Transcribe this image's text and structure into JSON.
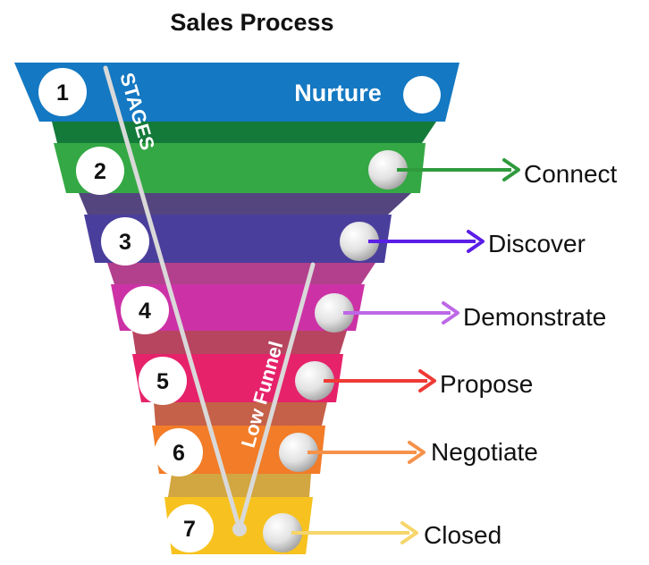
{
  "title": "Sales Process",
  "axis_text": {
    "stages": "STAGES",
    "low_funnel": "Low Funnel"
  },
  "colors": {
    "line": "#d9d9d9",
    "ball_highlight": "#ffffff",
    "ball_shadow": "#a8a8a8"
  },
  "steps": [
    {
      "number": "1",
      "label": "Nurture",
      "color": "#1478c2",
      "connector": "#147a3a",
      "arrow": "#147a3a"
    },
    {
      "number": "2",
      "label": "Connect",
      "color": "#34a844",
      "connector": "#54457f",
      "arrow": "#2f9a3c"
    },
    {
      "number": "3",
      "label": "Discover",
      "color": "#4a3e9c",
      "connector": "#b2408d",
      "arrow": "#5a1ee6"
    },
    {
      "number": "4",
      "label": "Demonstrate",
      "color": "#cc32a6",
      "connector": "#b7455f",
      "arrow": "#bd68e6"
    },
    {
      "number": "5",
      "label": "Propose",
      "color": "#e6226a",
      "connector": "#c46148",
      "arrow": "#ef3a36"
    },
    {
      "number": "6",
      "label": "Negotiate",
      "color": "#f27c28",
      "connector": "#d2a640",
      "arrow": "#f5924a"
    },
    {
      "number": "7",
      "label": "Closed",
      "color": "#f7c21f",
      "connector": "#f7c21f",
      "arrow": "#f6d56a"
    }
  ]
}
